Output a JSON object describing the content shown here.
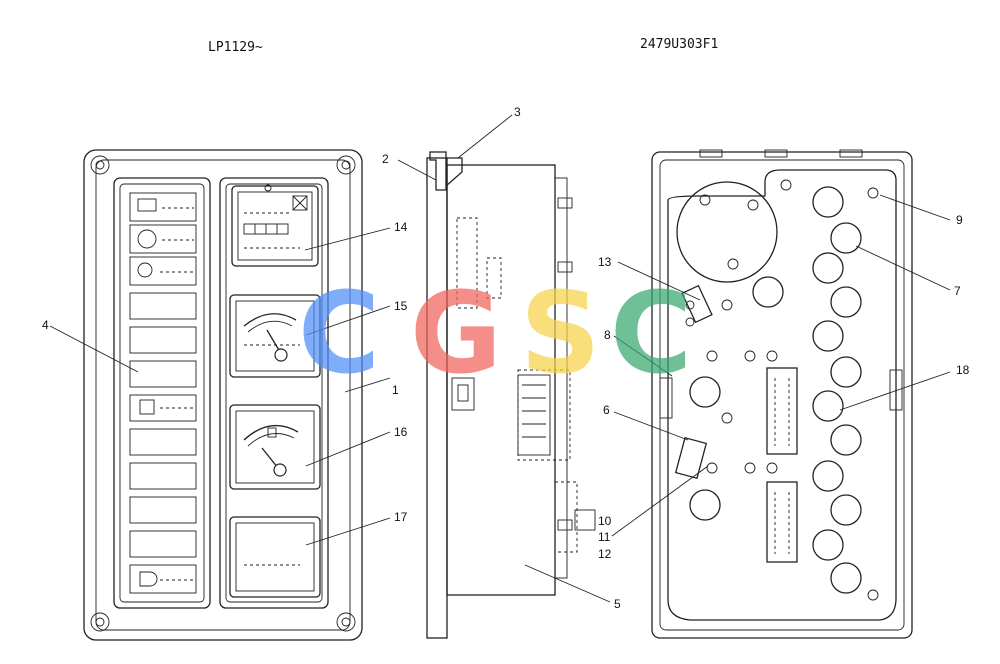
{
  "header": {
    "left_code": "LP1129~",
    "right_code": "2479U303F1"
  },
  "callouts": {
    "c1": "1",
    "c2": "2",
    "c3": "3",
    "c4": "4",
    "c5": "5",
    "c6": "6",
    "c7": "7",
    "c8": "8",
    "c9": "9",
    "c10": "10",
    "c11": "11",
    "c12": "12",
    "c13": "13",
    "c14": "14",
    "c15": "15",
    "c16": "16",
    "c17": "17",
    "c18": "18"
  },
  "watermark": {
    "letters": [
      "C",
      "G",
      "S",
      "C"
    ],
    "colors": [
      "#4f8ef7",
      "#f0645c",
      "#f7d24a",
      "#3aa870"
    ]
  }
}
